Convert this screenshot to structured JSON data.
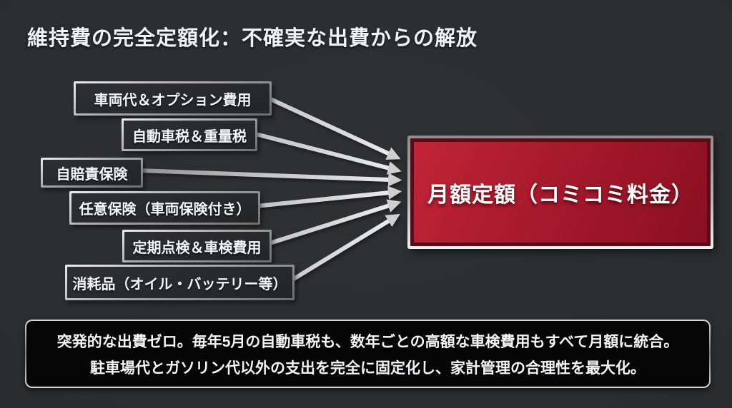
{
  "slide": {
    "title": "維持費の完全定額化：不確実な出費からの解放"
  },
  "cost_items": [
    {
      "label": "車両代＆オプション費用"
    },
    {
      "label": "自動車税＆重量税"
    },
    {
      "label": "自賠責保険"
    },
    {
      "label": "任意保険（車両保険付き）"
    },
    {
      "label": "定期点検＆車検費用"
    },
    {
      "label": "消耗品（オイル・バッテリー等）"
    }
  ],
  "result_box": {
    "label": "月額定額（コミコミ料金）"
  },
  "footer": {
    "line1": "突発的な出費ゼロ。毎年5月の自動車税も、数年ごとの高額な車検費用もすべて月額に統合。",
    "line2": "駐車場代とガソリン代以外の支出を完全に固定化し、家計管理の合理性を最大化。"
  },
  "colors": {
    "background": "#2a2c2f",
    "accent_red": "#a8192c",
    "accent_red_dark": "#5c0a18",
    "silver": "#c9c9c9",
    "footer_bg": "#060607",
    "text": "#f4f5f6"
  }
}
